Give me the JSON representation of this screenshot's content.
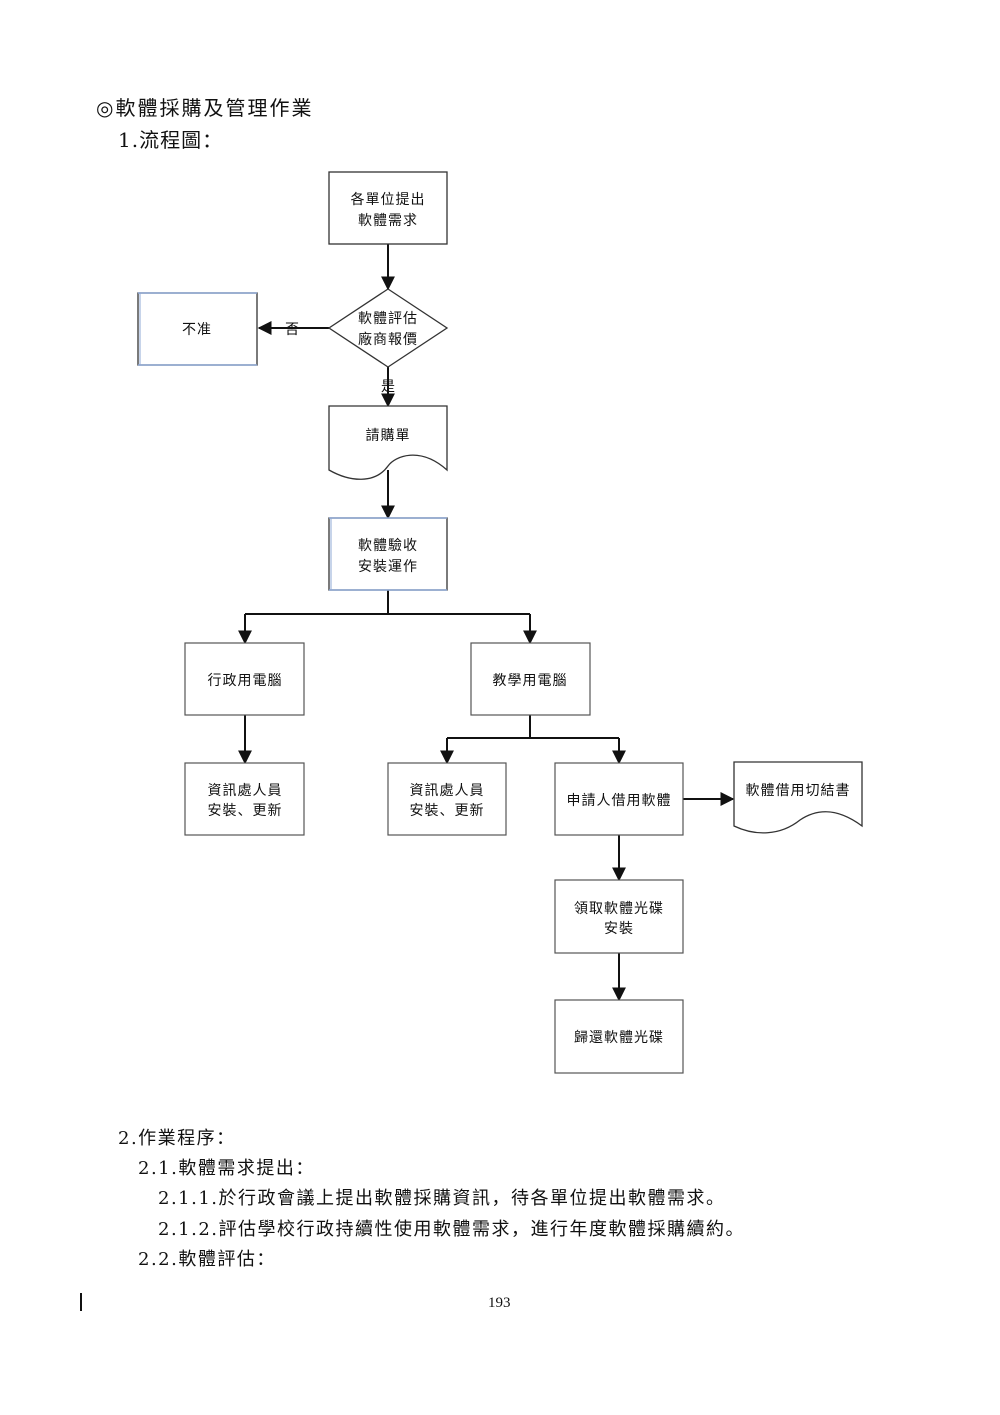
{
  "heading": "◎軟體採購及管理作業",
  "subheading": "1.流程圖：",
  "flowchart": {
    "nodes": {
      "request": [
        "各單位提出",
        "軟體需求"
      ],
      "evaluate": [
        "軟體評估",
        "廠商報價"
      ],
      "reject": [
        "不准"
      ],
      "purchase_order": [
        "請購單"
      ],
      "acceptance": [
        "軟體驗收",
        "安裝運作"
      ],
      "admin_pc": [
        "行政用電腦"
      ],
      "teach_pc": [
        "教學用電腦"
      ],
      "it_install_admin": [
        "資訊處人員",
        "安裝、更新"
      ],
      "it_install_teach": [
        "資訊處人員",
        "安裝、更新"
      ],
      "borrow": [
        "申請人借用軟體"
      ],
      "borrow_form": [
        "軟體借用切結書"
      ],
      "collect_disc": [
        "領取軟體光碟",
        "安裝"
      ],
      "return_disc": [
        "歸還軟體光碟"
      ]
    },
    "edge_labels": {
      "no": "否",
      "yes": "是"
    }
  },
  "procedure": {
    "title": "2.作業程序：",
    "items": [
      "2.1.軟體需求提出：",
      "2.1.1.於行政會議上提出軟體採購資訊，待各單位提出軟體需求。",
      "2.1.2.評估學校行政持續性使用軟體需求，進行年度軟體採購續約。",
      "2.2.軟體評估："
    ]
  },
  "page_number": "193"
}
